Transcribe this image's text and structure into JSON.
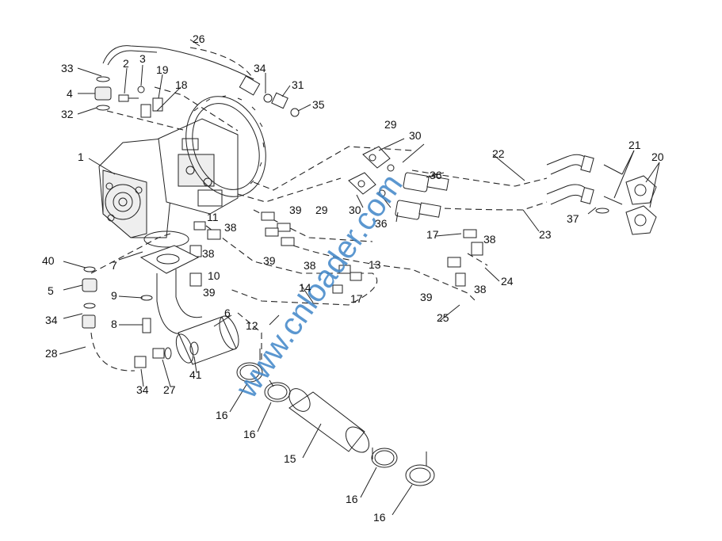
{
  "labels": [
    "26",
    "33",
    "2",
    "3",
    "19",
    "18",
    "34",
    "31",
    "35",
    "4",
    "32",
    "1",
    "29",
    "30",
    "36",
    "22",
    "21",
    "20",
    "29",
    "30",
    "36",
    "37",
    "23",
    "11",
    "38",
    "39",
    "38",
    "17",
    "38",
    "39",
    "40",
    "7",
    "10",
    "38",
    "13",
    "24",
    "5",
    "9",
    "39",
    "14",
    "17",
    "39",
    "38",
    "25",
    "34",
    "6",
    "12",
    "8",
    "28",
    "34",
    "27",
    "41",
    "16",
    "16",
    "15",
    "16",
    "16"
  ],
  "watermark": "www.cnloader.com"
}
